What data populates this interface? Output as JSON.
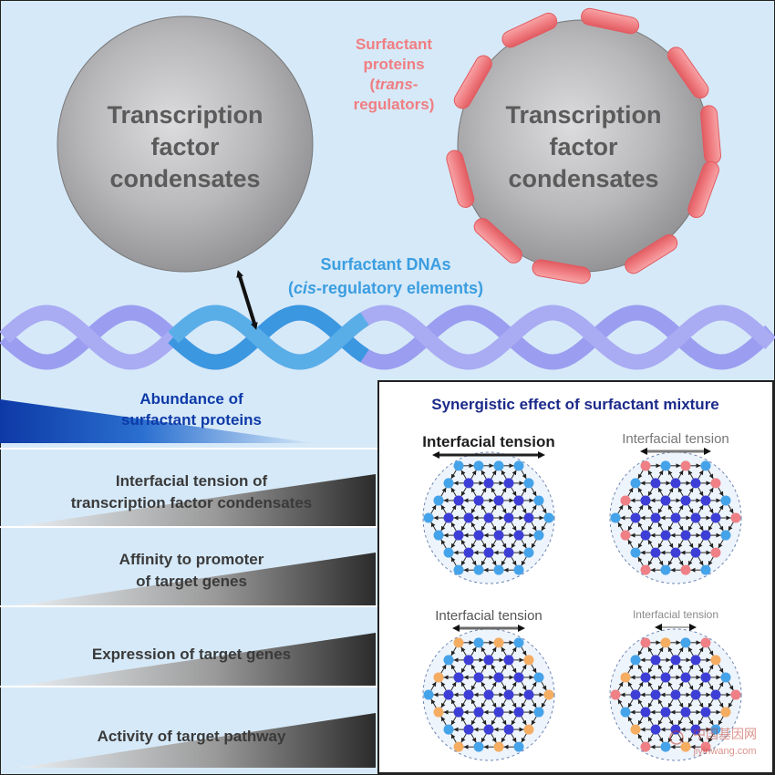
{
  "colors": {
    "background": "#d6e9f8",
    "condensate": "#b3b3b5",
    "condensate_text": "#5b5b5b",
    "surfactant_protein": "#f07e82",
    "surfactant_dna": "#3b9ee0",
    "dna_strand": "#9b9ef0",
    "dna_highlight": "#3a97e0",
    "abundance": "#0e3aa8",
    "panel_title": "#1c2a8a",
    "node_inner": "#3d3ed6",
    "node_outer": "#45a3ea",
    "node_red": "#ee8086",
    "node_orange": "#f5ad62"
  },
  "condensate_left": {
    "line1": "Transcription",
    "line2": "factor",
    "line3": "condensates"
  },
  "condensate_right": {
    "line1": "Transcription",
    "line2": "factor",
    "line3": "condensates"
  },
  "surfactant_proteins": {
    "line1": "Surfactant",
    "line2": "proteins",
    "line3_italic": "trans",
    "line3_rest": "-",
    "line4": "regulators)"
  },
  "surfactant_dnas": {
    "line1": "Surfactant DNAs",
    "line2_open": "(",
    "line2_italic": "cis",
    "line2_rest": "-regulatory elements)"
  },
  "abundance": {
    "line1": "Abundance of",
    "line2": "surfactant proteins"
  },
  "trends": [
    {
      "line1": "Interfacial tension of",
      "line2": "transcription factor condensates"
    },
    {
      "line1": "Affinity to promoter",
      "line2": "of target genes"
    },
    {
      "line1": "Expression of target genes"
    },
    {
      "line1": "Activity of target pathway"
    }
  ],
  "panel": {
    "title": "Synergistic effect of surfactant mixture",
    "cells": [
      {
        "label": "Interfacial tension",
        "outer": "blue"
      },
      {
        "label": "Interfacial tension",
        "outer": "red"
      },
      {
        "label": "Interfacial tension",
        "outer": "orange"
      },
      {
        "label": "Interfacial tension",
        "outer": "red_orange"
      }
    ]
  },
  "watermark": {
    "line1": "中国基因网",
    "line2": "jiyinwang.com"
  }
}
